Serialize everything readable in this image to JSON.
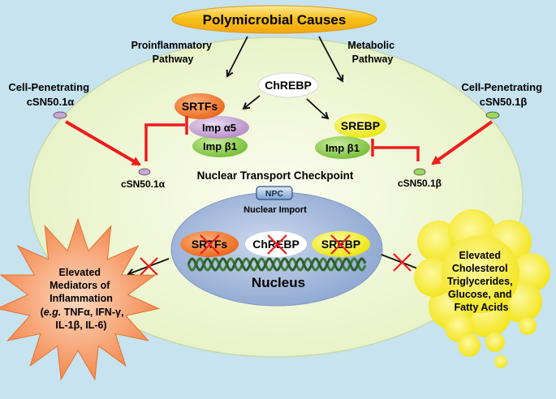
{
  "title": "Polymicrobial Causes",
  "pathways": {
    "proinflammatory": [
      "Proinflammatory",
      "Pathway"
    ],
    "metabolic": [
      "Metabolic",
      "Pathway"
    ]
  },
  "peptides": {
    "alpha_label": [
      "Cell-Penetrating",
      "cSN50.1α"
    ],
    "beta_label": [
      "Cell-Penetrating",
      "cSN50.1β"
    ],
    "alpha_inside": "cSN50.1α",
    "beta_inside": "cSN50.1β"
  },
  "factors": {
    "chrebp": "ChREBP",
    "srtfs": "SRTFs",
    "imp_a5": "Imp α5",
    "imp_b1_left": "Imp β1",
    "srebp": "SREBP",
    "imp_b1_right": "Imp β1"
  },
  "checkpoint": "Nuclear Transport Checkpoint",
  "npc": "NPC",
  "nuclear_import": "Nuclear Import",
  "nucleus": {
    "label": "Nucleus",
    "srtfs": "SRTFs",
    "chrebp": "ChREBP",
    "srebp": "SREBP"
  },
  "outcomes": {
    "inflammation": [
      "Elevated",
      "Mediators of",
      "Inflammation"
    ],
    "inflammation_eg_prefix": "(",
    "inflammation_eg_italic": "e.g.",
    "inflammation_eg_rest": " TNFα, IFN-γ,",
    "inflammation_last": "IL-1β, IL-6)",
    "metabolic": [
      "Elevated",
      "Cholesterol",
      "Triglycerides,",
      "Glucose, and",
      "Fatty Acids"
    ]
  },
  "colors": {
    "background": "#c6e3ef",
    "cell": "#f2f7dc",
    "title_pill": "#f7c21b",
    "srtfs": "#f27a22",
    "imp_a5": "#c79fd4",
    "imp_b1": "#8fd04e",
    "srebp": "#f4f21a",
    "inhibit_red": "#ee1c1c",
    "burst": "#f4925d",
    "blob": "#f8ee1e",
    "nucleus": "#9db3d7"
  }
}
